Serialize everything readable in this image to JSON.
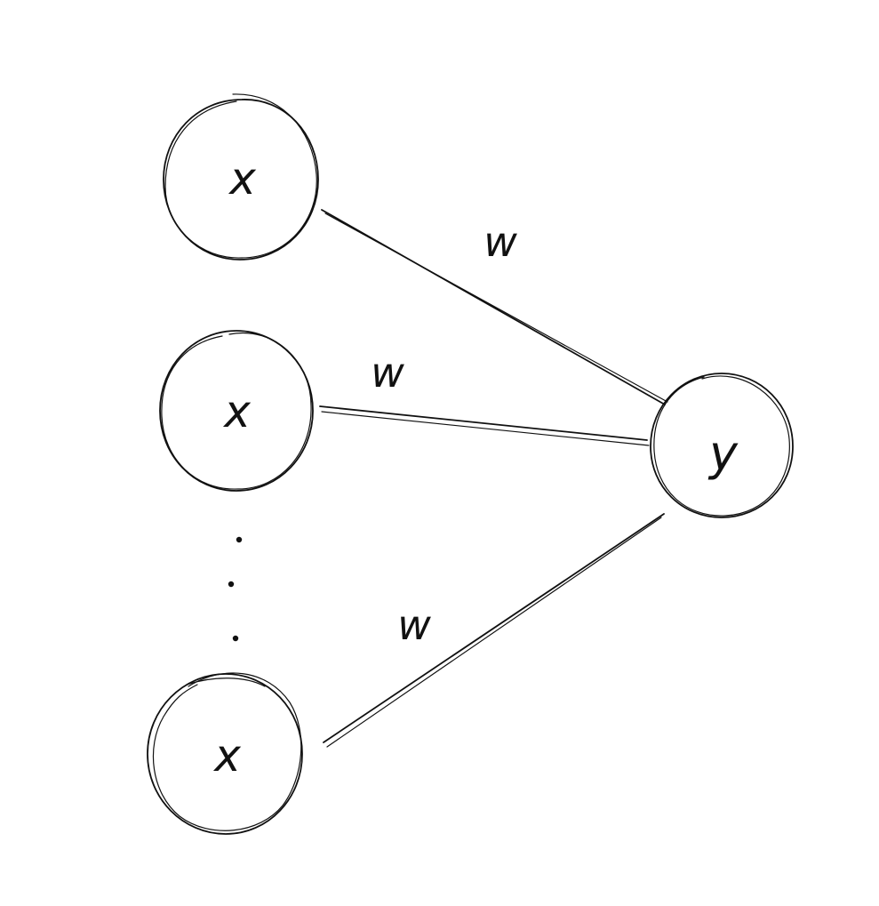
{
  "diagram": {
    "stroke_color": "#111111",
    "background": "#ffffff",
    "input_nodes": [
      {
        "id": "input-1",
        "label": "x"
      },
      {
        "id": "input-2",
        "label": "x"
      },
      {
        "id": "input-n",
        "label": "x"
      }
    ],
    "output_node": {
      "id": "output",
      "label": "y"
    },
    "edges": [
      {
        "from": "input-1",
        "to": "output",
        "label": "w"
      },
      {
        "from": "input-2",
        "to": "output",
        "label": "w"
      },
      {
        "from": "input-n",
        "to": "output",
        "label": "w"
      }
    ]
  }
}
